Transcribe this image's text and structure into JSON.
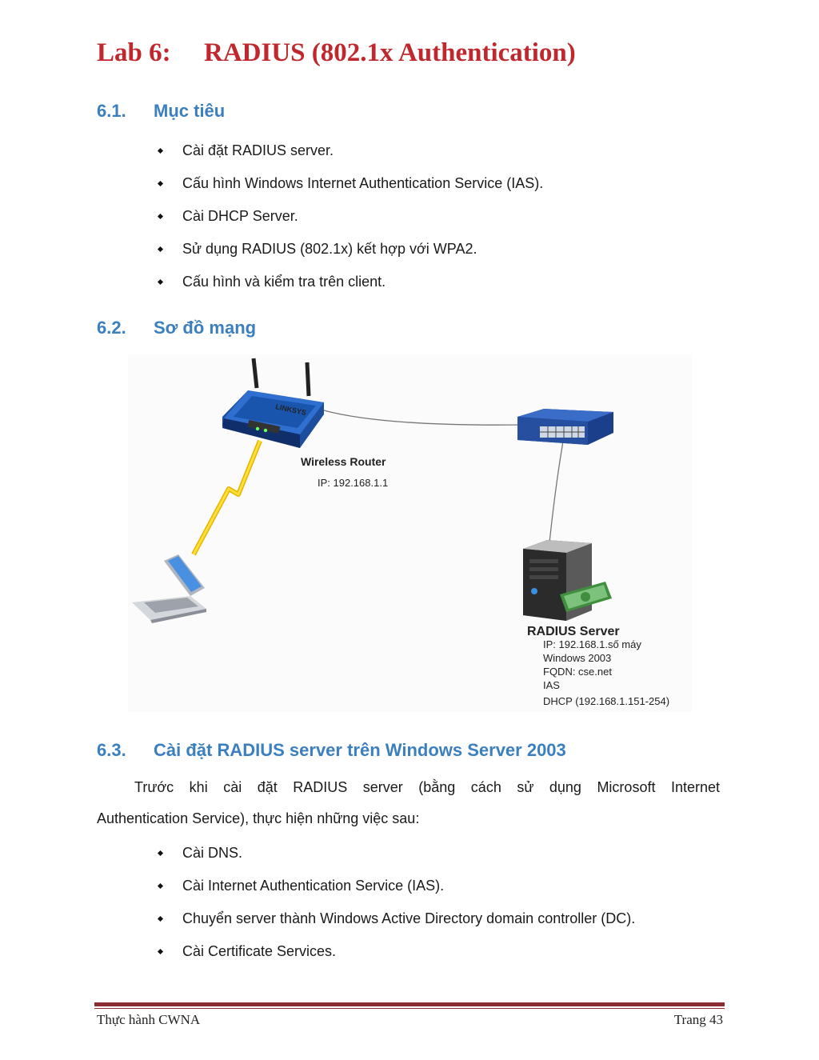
{
  "title": {
    "number": "Lab 6:",
    "text": "RADIUS (802.1x Authentication)"
  },
  "section1": {
    "number": "6.1.",
    "heading": "Mục tiêu",
    "bullets": [
      "Cài đặt RADIUS server.",
      "Cấu hình Windows Internet Authentication Service (IAS).",
      "Cài DHCP Server.",
      "Sử dụng RADIUS (802.1x) kết hợp với WPA2.",
      "Cấu hình và kiểm tra trên client."
    ]
  },
  "section2": {
    "number": "6.2.",
    "heading": "Sơ đồ mạng",
    "diagram": {
      "router_label": "Wireless Router",
      "router_ip": "IP: 192.168.1.1",
      "router_brand": "LINKSYS",
      "server_label": "RADIUS Server",
      "server_lines": [
        "IP: 192.168.1.số máy",
        "Windows 2003",
        "FQDN: cse.net",
        "IAS",
        "DHCP (192.168.1.151-254)"
      ]
    }
  },
  "section3": {
    "number": "6.3.",
    "heading": "Cài đặt RADIUS server trên Windows Server 2003",
    "para_line1": "Trước khi cài đặt RADIUS server (bằng cách sử dụng Microsoft Internet",
    "para_line2": "Authentication Service), thực hiện những việc sau:",
    "bullets": [
      "Cài DNS.",
      "Cài Internet Authentication Service (IAS).",
      "Chuyển server thành Windows Active Directory domain controller (DC).",
      "Cài Certificate Services."
    ]
  },
  "footer": {
    "left": "Thực hành CWNA",
    "right": "Trang 43"
  }
}
